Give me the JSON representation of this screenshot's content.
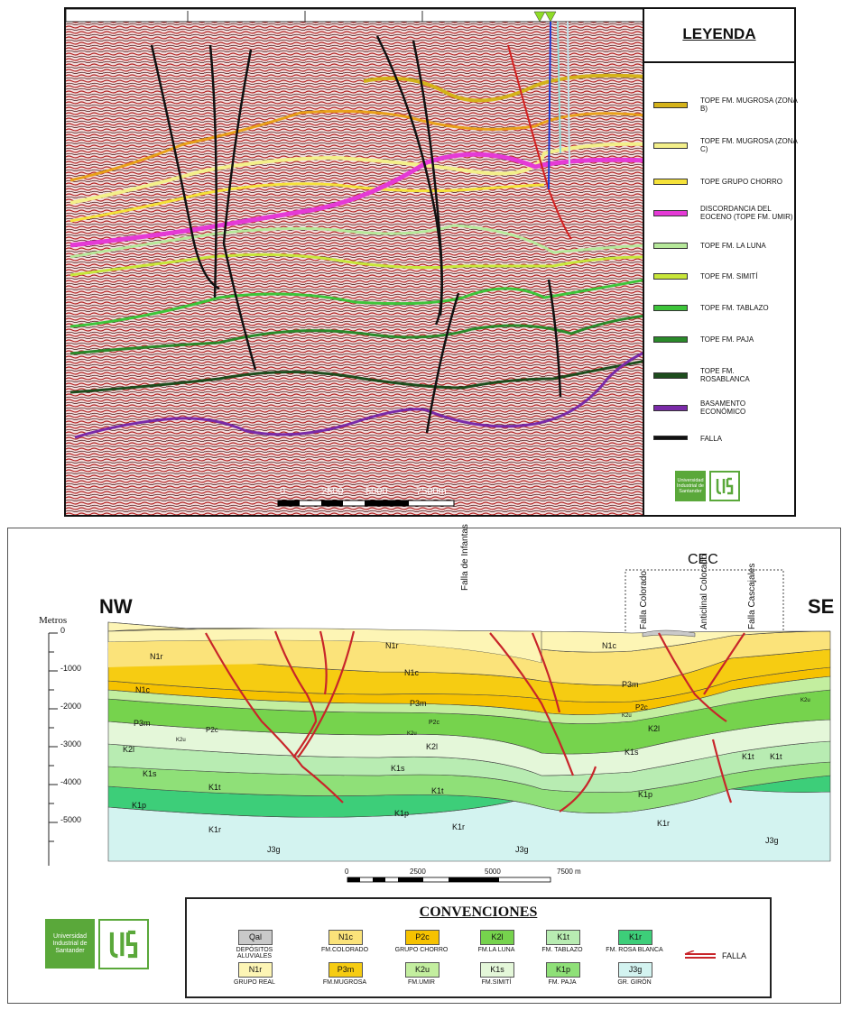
{
  "legend": {
    "title": "LEYENDA",
    "items": [
      {
        "label": "TOPE FM. MUGROSA (ZONA B)",
        "color": "#d4b21a"
      },
      {
        "label": "TOPE FM. MUGROSA (ZONA C)",
        "color": "#f3ef8a"
      },
      {
        "label": "TOPE GRUPO CHORRO",
        "color": "#f5e23a"
      },
      {
        "label": "DISCORDANCIA DEL EOCENO (TOPE FM. UMIR)",
        "color": "#e53ad6"
      },
      {
        "label": "TOPE FM. LA LUNA",
        "color": "#b6e89a"
      },
      {
        "label": "TOPE FM. SIMITÍ",
        "color": "#c8e63a"
      },
      {
        "label": "TOPE FM. TABLAZO",
        "color": "#3dc43a"
      },
      {
        "label": "TOPE FM. PAJA",
        "color": "#2a8a2a"
      },
      {
        "label": "TOPE FM. ROSABLANCA",
        "color": "#1d4d1d"
      },
      {
        "label": "BASAMENTO ECONÓMICO",
        "color": "#7a2aa8"
      },
      {
        "label": "FALLA",
        "color": "#111111"
      }
    ]
  },
  "seismic_scale": {
    "labels": [
      "0",
      "2500",
      "5000",
      "7500m"
    ]
  },
  "section": {
    "nw": "NW",
    "se": "SE",
    "cec": "CEC",
    "fault_labels": [
      "Falla de Infantas",
      "Falla Colorado",
      "Anticlinal Colorado",
      "Falla Cascajales"
    ],
    "depth_unit": "Metros",
    "depth_ticks": [
      "0",
      "-1000",
      "-2000",
      "-3000",
      "-4000",
      "-5000"
    ],
    "scale_labels": [
      "0",
      "2500",
      "5000",
      "7500 m"
    ],
    "unit_labels": [
      "N1r",
      "N1c",
      "P3m",
      "P2c",
      "K2u",
      "K2l",
      "K1s",
      "K1t",
      "K1p",
      "K1r",
      "J3g",
      "N1r",
      "N1c",
      "P3m",
      "P2c",
      "K2u",
      "K2l",
      "K1s",
      "K1t",
      "K1p",
      "K1r",
      "J3g",
      "N1c",
      "P3m",
      "P2c",
      "K2u",
      "K2l",
      "K1s",
      "K1t",
      "K1p",
      "K1r",
      "K2u",
      "K1t",
      "J3g"
    ]
  },
  "conventions": {
    "title": "CONVENCIONES",
    "items": [
      {
        "code": "Qal",
        "label": "DEPÓSITOS ALUVIALES",
        "color": "#c9c9c9"
      },
      {
        "code": "N1c",
        "label": "FM.COLORADO",
        "color": "#fbe37a"
      },
      {
        "code": "P2c",
        "label": "GRUPO CHORRO",
        "color": "#f6c200"
      },
      {
        "code": "K2l",
        "label": "FM.LA LUNA",
        "color": "#76d34d"
      },
      {
        "code": "K1t",
        "label": "FM. TABLAZO",
        "color": "#b8ecb2"
      },
      {
        "code": "K1r",
        "label": "FM. ROSA BLANCA",
        "color": "#3dce79"
      },
      {
        "code": "N1r",
        "label": "GRUPO REAL",
        "color": "#fdf5b5"
      },
      {
        "code": "P3m",
        "label": "FM.MUGROSA",
        "color": "#f6cc12"
      },
      {
        "code": "K2u",
        "label": "FM.UMIR",
        "color": "#c3ee9f"
      },
      {
        "code": "K1s",
        "label": "FM.SIMITÍ",
        "color": "#e4f7d9"
      },
      {
        "code": "K1p",
        "label": "FM. PAJA",
        "color": "#8fe078"
      },
      {
        "code": "J3g",
        "label": "GR. GIRÓN",
        "color": "#d3f3f0"
      }
    ],
    "fault_label": "FALLA"
  },
  "logo": {
    "lines": [
      "Universidad",
      "Industrial de",
      "Santander"
    ]
  }
}
